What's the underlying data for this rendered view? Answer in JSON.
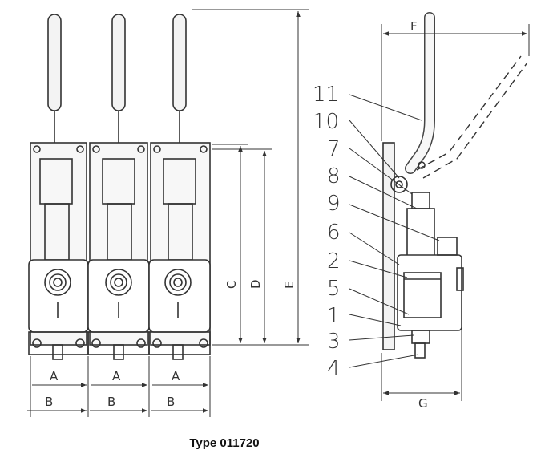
{
  "caption": "Type 011720",
  "front_view": {
    "width_labels": [
      "A",
      "A",
      "A"
    ],
    "pitch_labels": [
      "B",
      "B",
      "B"
    ],
    "height_labels": [
      "C",
      "D",
      "E"
    ]
  },
  "side_view": {
    "top_dim_label": "F",
    "bottom_dim_label": "G",
    "callouts": [
      "11",
      "10",
      "7",
      "8",
      "9",
      "6",
      "2",
      "5",
      "1",
      "3",
      "4"
    ]
  },
  "colors": {
    "line": "#333333",
    "paper": "#ffffff",
    "fill": "#f3f3f3"
  }
}
